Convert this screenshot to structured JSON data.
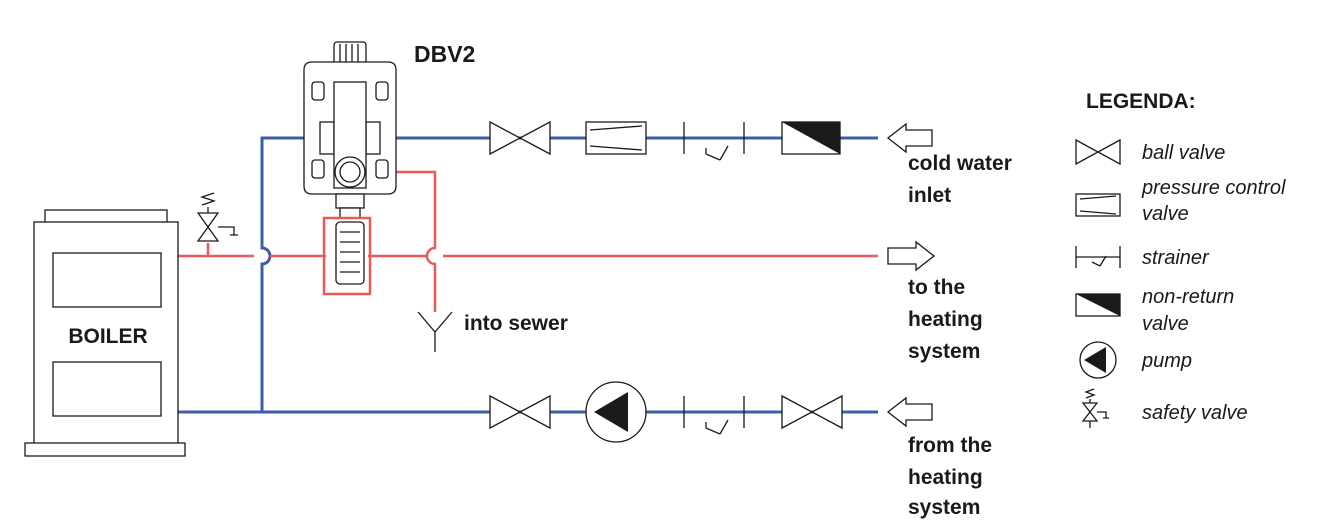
{
  "colors": {
    "cold_pipe": "#3d5da8",
    "hot_pipe": "#e85a5a",
    "ink": "#1a1a1a"
  },
  "labels": {
    "device": "DBV2",
    "boiler": "BOILER",
    "sewer": "into sewer",
    "cold_inlet": [
      "cold water",
      "inlet"
    ],
    "to_heating": [
      "to the",
      "heating",
      "system"
    ],
    "from_heating": [
      "from the",
      "heating",
      "system"
    ]
  },
  "legend": {
    "title": "LEGENDA:",
    "items": [
      {
        "icon": "ball-valve-icon",
        "lines": [
          "ball valve"
        ]
      },
      {
        "icon": "pressure-control-valve-icon",
        "lines": [
          "pressure control",
          "valve"
        ]
      },
      {
        "icon": "strainer-icon",
        "lines": [
          "strainer"
        ]
      },
      {
        "icon": "non-return-valve-icon",
        "lines": [
          "non-return",
          "valve"
        ]
      },
      {
        "icon": "pump-icon",
        "lines": [
          "pump"
        ]
      },
      {
        "icon": "safety-valve-icon",
        "lines": [
          "safety valve"
        ]
      }
    ]
  }
}
